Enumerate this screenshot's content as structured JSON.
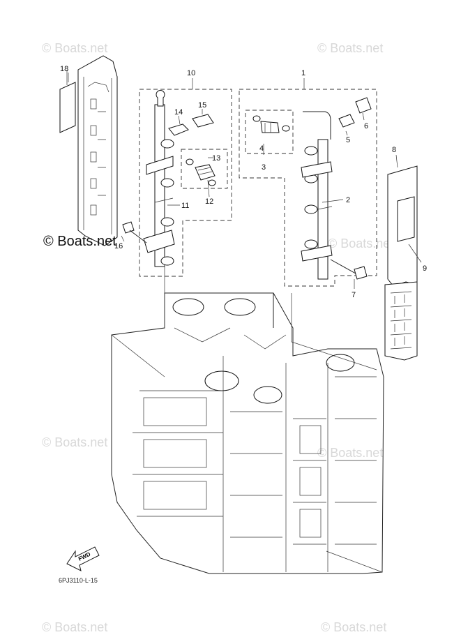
{
  "watermarks": {
    "main": "© Boats.net",
    "faint": "© Boats.net"
  },
  "fwd_label": "FWD",
  "diagram_code": "6PJ3110-L-15",
  "callouts": [
    "1",
    "2",
    "3",
    "4",
    "5",
    "6",
    "7",
    "8",
    "9",
    "10",
    "11",
    "12",
    "13",
    "14",
    "15",
    "16",
    "18"
  ]
}
